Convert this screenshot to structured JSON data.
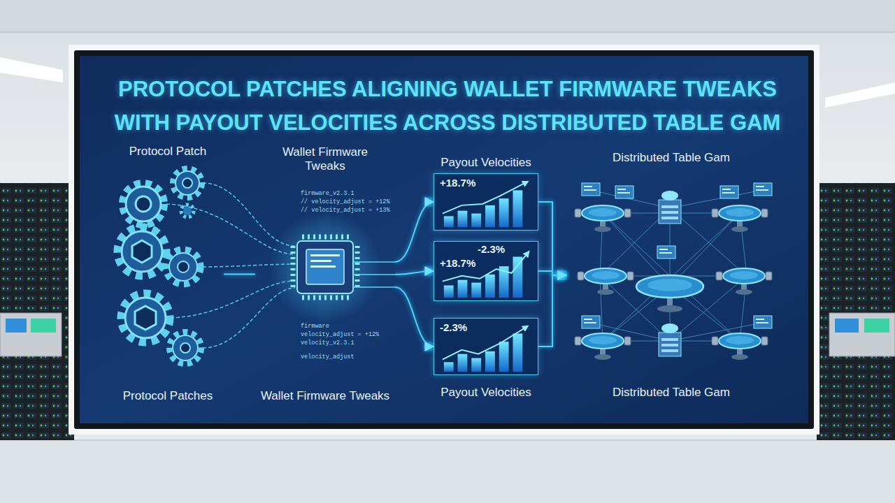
{
  "diagram": {
    "title": "PROTOCOL PATCHES ALIGNING WALLET FIRMWARE TWEAKS WITH PAYOUT VELOCITIES ACROSS DISTRIBUTED TABLE GAM",
    "nodes": [
      {
        "text": [
          "Protocol Patch",
          "Protocol Patches"
        ]
      },
      {
        "text": [
          "Wallet Firmware Tweaks",
          "Wallet Firmware Tweaks"
        ]
      },
      {
        "text": [
          "Payout Velocities",
          "+18.7%"
        ]
      },
      {
        "text": [
          "-2.3%",
          "+18.7%"
        ]
      },
      {
        "text": [
          "-2.3%",
          "Payout Velocities"
        ]
      },
      {
        "text": [
          "Distributed Table Gam",
          "Distributed Table Gam"
        ]
      }
    ],
    "edges": [
      {
        "from": 0,
        "to": 1,
        "arrow": "none"
      },
      {
        "from": 1,
        "to": 2,
        "arrow": "to"
      },
      {
        "from": 1,
        "to": 3,
        "arrow": "to"
      },
      {
        "from": 1,
        "to": 4,
        "arrow": "to"
      },
      {
        "from": 2,
        "to": 5,
        "arrow": "to"
      },
      {
        "from": 3,
        "to": 5,
        "arrow": "to"
      },
      {
        "from": 4,
        "to": 5,
        "arrow": "to"
      }
    ],
    "labels": [
      "firmware_v2.3.1",
      "// velocity_adjust = +12%",
      "// velocity_adjust = +13%",
      "firmware",
      "velocity_adjust = +12%",
      "velocity_v2.3.1",
      "velocity_adjust"
    ]
  }
}
